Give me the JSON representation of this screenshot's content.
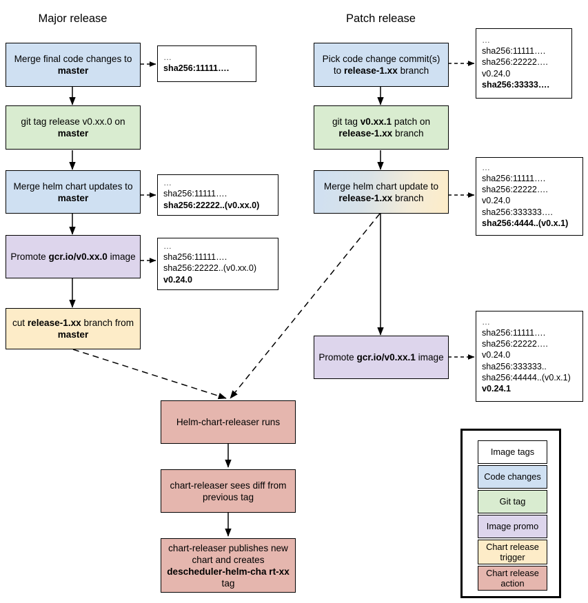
{
  "columns": {
    "major_title": "Major release",
    "patch_title": "Patch release"
  },
  "major": {
    "n1": "Merge final code changes to <b>master</b>",
    "n2": "git tag release v0.xx.0 on <b>master</b>",
    "n3": "Merge helm chart updates to <b>master</b>",
    "n4": "Promote <b>gcr.io/v0.xx.0</b> image",
    "n5": "cut <b>release-1.xx</b> branch from <b>master</b>",
    "note1": [
      "…",
      "<b>sha256:11111….</b>"
    ],
    "note2": [
      "…",
      "sha256:11111….",
      "<b>sha256:22222..(v0.xx.0)</b>"
    ],
    "note3": [
      "…",
      "sha256:11111….",
      "sha256:22222..(v0.xx.0)",
      "<b>v0.24.0</b>"
    ]
  },
  "patch": {
    "p1": "Pick code change commit(s) to <b>release-1.xx</b> branch",
    "p2": "git tag <b>v0.xx.1</b> patch on <b>release-1.xx</b> branch",
    "p3": "Merge helm chart update to <b>release-1.xx</b> branch",
    "p4": "Promote <b>gcr.io/v0.xx.1</b> image",
    "note1": [
      "…",
      "sha256:11111….",
      "sha256:22222….",
      "v0.24.0",
      "<b>sha256:33333….</b>"
    ],
    "note2": [
      "…",
      "sha256:11111….",
      "sha256:22222….",
      "v0.24.0",
      "sha256:333333….",
      "<b>sha256:4444..(v0.x.1)</b>"
    ],
    "note3": [
      "…",
      "sha256:11111….",
      "sha256:22222….",
      "v0.24.0",
      "sha256:333333..",
      "sha256:44444..(v0.x.1)",
      "<b>v0.24.1</b>"
    ]
  },
  "releaser": {
    "r1": "Helm-chart-releaser runs",
    "r2": "chart-releaser sees diff from previous tag",
    "r3": "chart-releaser publishes new chart and creates <b>descheduler-helm-cha rt-xx</b> tag"
  },
  "legend": {
    "items": [
      {
        "label": "Image tags",
        "color": "#ffffff"
      },
      {
        "label": "Code changes",
        "color": "#cfe0f2"
      },
      {
        "label": "Git tag",
        "color": "#d9ecd0"
      },
      {
        "label": "Image promo",
        "color": "#ddd5ec"
      },
      {
        "label": "Chart release trigger",
        "color": "#fdecc8"
      },
      {
        "label": "Chart release action",
        "color": "#e5b6ae"
      }
    ]
  },
  "colors": {
    "code_changes": "#cfe0f2",
    "git_tag": "#d9ecd0",
    "image_promo": "#ddd5ec",
    "chart_release_trigger": "#fdecc8",
    "chart_release_action": "#e5b6ae",
    "image_tags": "#ffffff",
    "stroke": "#000000"
  }
}
